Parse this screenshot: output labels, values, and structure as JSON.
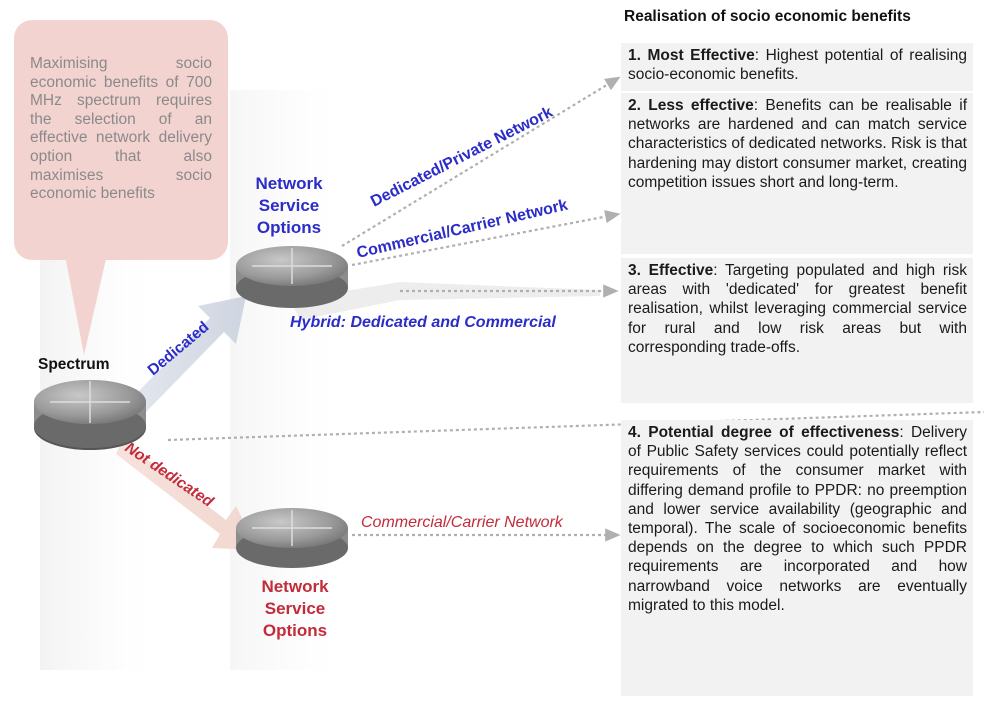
{
  "intro_text": "Maximising socio economic benefits of 700 MHz spectrum requires the selection of an effective network delivery option that also maximises socio economic benefits",
  "spectrum_label": "Spectrum",
  "dedicated_label": "Dedicated",
  "not_dedicated_label": "Not dedicated",
  "network_service_options": "Network Service Options",
  "routes": {
    "dedicated_private": "Dedicated/Private Network",
    "commercial_carrier": "Commercial/Carrier Network",
    "hybrid": "Hybrid: Dedicated and Commercial",
    "not_dedicated_commercial": "Commercial/Carrier Network"
  },
  "panel_title": "Realisation of socio economic benefits",
  "outcomes": [
    {
      "heading": "1. Most Effective",
      "text": ": Highest potential of realising socio-economic benefits."
    },
    {
      "heading": "2. Less effective",
      "text": ": Benefits can be realisable if networks are hardened and can match service characteristics of dedicated networks. Risk is that hardening may distort consumer market, creating competition issues short and long-term."
    },
    {
      "heading": "3. Effective",
      "text": ": Targeting populated and high risk areas with 'dedicated' for greatest benefit realisation, whilst leveraging commercial service for rural and low risk areas but with corresponding trade-offs."
    },
    {
      "heading": "4. Potential degree of effectiveness",
      "text": ": Delivery of Public Safety services could potentially reflect requirements of the consumer market with differing demand profile to PPDR: no preemption and lower service availability (geographic and temporal). The scale of socioeconomic benefits depends on the degree to which such PPDR requirements are incorporated and how narrowband voice networks are eventually migrated to this model."
    }
  ],
  "colors": {
    "blue": "#2c2cc8",
    "red": "#c22b3a",
    "bubble": "#f3d3d0",
    "box": "#f2f2f2"
  }
}
